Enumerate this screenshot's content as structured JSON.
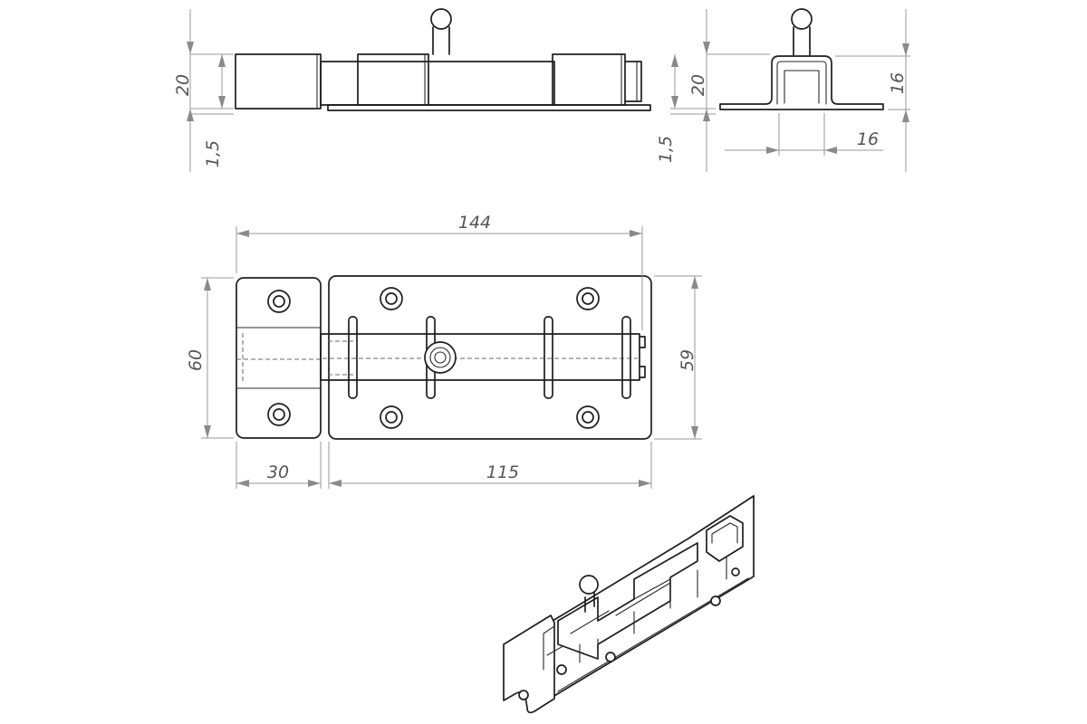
{
  "drawing": {
    "description": "Technical drawing of a door barrel bolt latch",
    "top_view": {
      "height_label": "20",
      "thickness_label": "1,5"
    },
    "side_view": {
      "height_label": "20",
      "thickness_label": "1,5",
      "channel_height_label": "16",
      "channel_width_label": "16"
    },
    "front_view": {
      "total_length_label": "144",
      "keeper_height_label": "60",
      "base_height_label": "59",
      "keeper_width_label": "30",
      "base_width_label": "115"
    }
  }
}
